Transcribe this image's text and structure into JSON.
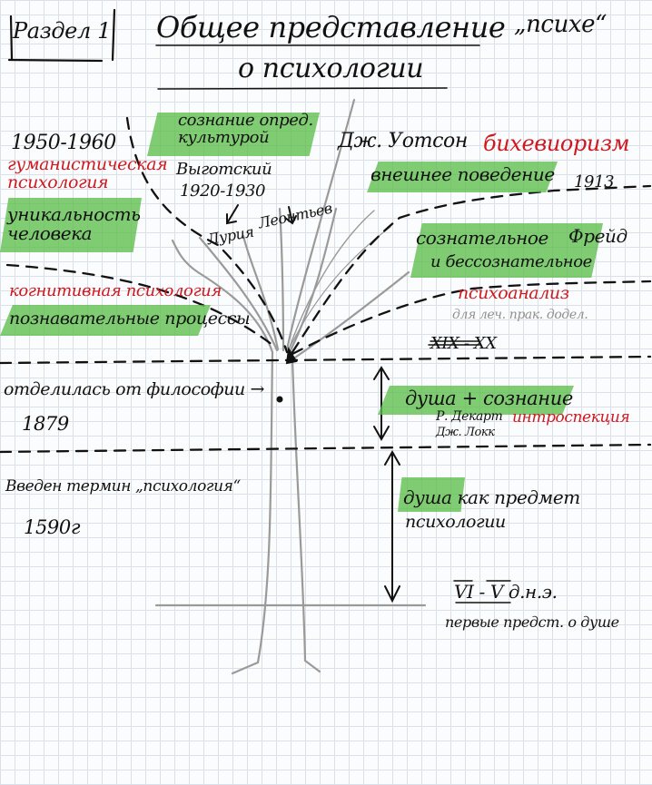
{
  "header": {
    "section": "Раздел 1",
    "title_line1": "Общее представление",
    "title_line2": "о психологии",
    "psyche": "„психе“"
  },
  "left": {
    "years_humanistic": "1950-1960",
    "humanistic": "гуманистическая психология",
    "uniqueness": "уникальность человека",
    "cognitive": "когнитивная психология",
    "cognitive_processes": "познавательные процессы",
    "separated": "отделилась от философии →",
    "year_1879": "1879",
    "term_intro": "Введен термин „психология“",
    "year_1590": "1590г"
  },
  "top": {
    "consciousness_culture": "сознание опред. культурой",
    "vygotsky": "Выготский",
    "vygotsky_years": "1920-1930",
    "luria": "Лурия",
    "leontiev": "Леонтьев"
  },
  "right": {
    "watson": "Дж. Уотсон",
    "behaviorism": "бихевиоризм",
    "external_behavior": "внешнее поведение",
    "year_1913": "1913",
    "conscious": "сознательное",
    "unconscious": "и бессознательное",
    "freud": "Фрейд",
    "psychoanalysis": "психоанализ",
    "treatment": "для леч. прак. додел.",
    "centuries": "XIX - XX",
    "soul_consciousness": "душа + сознание",
    "descartes": "Р. Декарт",
    "locke": "Дж. Локк",
    "introspection": "интроспекция",
    "soul_subject_1": "душа как предмет",
    "soul_subject_2": "психологии",
    "bce": "VI - V д.н.э.",
    "first_ideas": "первые предст. о душе"
  },
  "colors": {
    "highlight": "#5ebe4a",
    "red_ink": "#d0191f",
    "ink": "#111111",
    "grid": "#d9e0ea"
  }
}
